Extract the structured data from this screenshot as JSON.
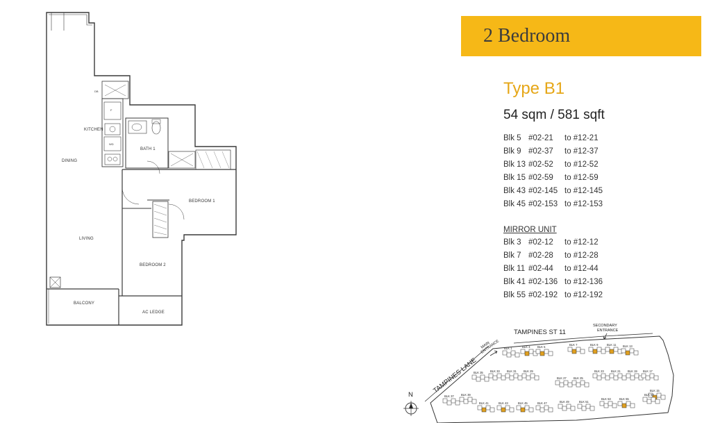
{
  "banner": {
    "title": "2 Bedroom"
  },
  "unit": {
    "type": "Type B1",
    "area": "54 sqm / 581 sqft",
    "stacks": [
      {
        "blk": "Blk 5",
        "from": "#02-21",
        "to": "to #12-21"
      },
      {
        "blk": "Blk 9",
        "from": "#02-37",
        "to": "to #12-37"
      },
      {
        "blk": "Blk 13",
        "from": "#02-52",
        "to": "to #12-52"
      },
      {
        "blk": "Blk 15",
        "from": "#02-59",
        "to": "to #12-59"
      },
      {
        "blk": "Blk 43",
        "from": "#02-145",
        "to": "to #12-145"
      },
      {
        "blk": "Blk 45",
        "from": "#02-153",
        "to": "to #12-153"
      }
    ],
    "mirror_heading": "MIRROR UNIT",
    "mirror_stacks": [
      {
        "blk": "Blk 3",
        "from": "#02-12",
        "to": "to #12-12"
      },
      {
        "blk": "Blk 7",
        "from": "#02-28",
        "to": "to #12-28"
      },
      {
        "blk": "Blk 11",
        "from": "#02-44",
        "to": "to #12-44"
      },
      {
        "blk": "Blk 41",
        "from": "#02-136",
        "to": "to #12-136"
      },
      {
        "blk": "Blk 55",
        "from": "#02-192",
        "to": "to #12-192"
      }
    ]
  },
  "floor_plan": {
    "rooms": {
      "kitchen": "KITCHEN",
      "dining": "DINING",
      "bath": "BATH 1",
      "bedroom1": "BEDROOM 1",
      "living": "LIVING",
      "bedroom2": "BEDROOM 2",
      "balcony": "BALCONY",
      "ac_ledge": "AC LEDGE"
    },
    "fixtures": {
      "dryer": "DB",
      "fridge": "F",
      "washer": "WD"
    }
  },
  "site_plan": {
    "road_top": "TAMPINES ST 11",
    "road_left": "TAMPINES LANE",
    "main_entrance": [
      "MAIN",
      "ENTRANCE"
    ],
    "secondary_entrance": [
      "SECONDARY",
      "ENTRANCE"
    ],
    "north": "N",
    "blocks": [
      "BLK 1",
      "BLK 3",
      "BLK 5",
      "BLK 7",
      "BLK 9",
      "BLK 11",
      "BLK 13",
      "BLK 35",
      "BLK 33",
      "BLK 31",
      "BLK 29",
      "BLK 27",
      "BLK 25",
      "BLK 23",
      "BLK 21",
      "BLK 19",
      "BLK 17",
      "BLK 15",
      "BLK 37",
      "BLK 39",
      "BLK 41",
      "BLK 43",
      "BLK 45",
      "BLK 47",
      "BLK 49",
      "BLK 51",
      "BLK 53",
      "BLK 55",
      "BLK 57"
    ],
    "highlight_color": "#e0a020"
  }
}
